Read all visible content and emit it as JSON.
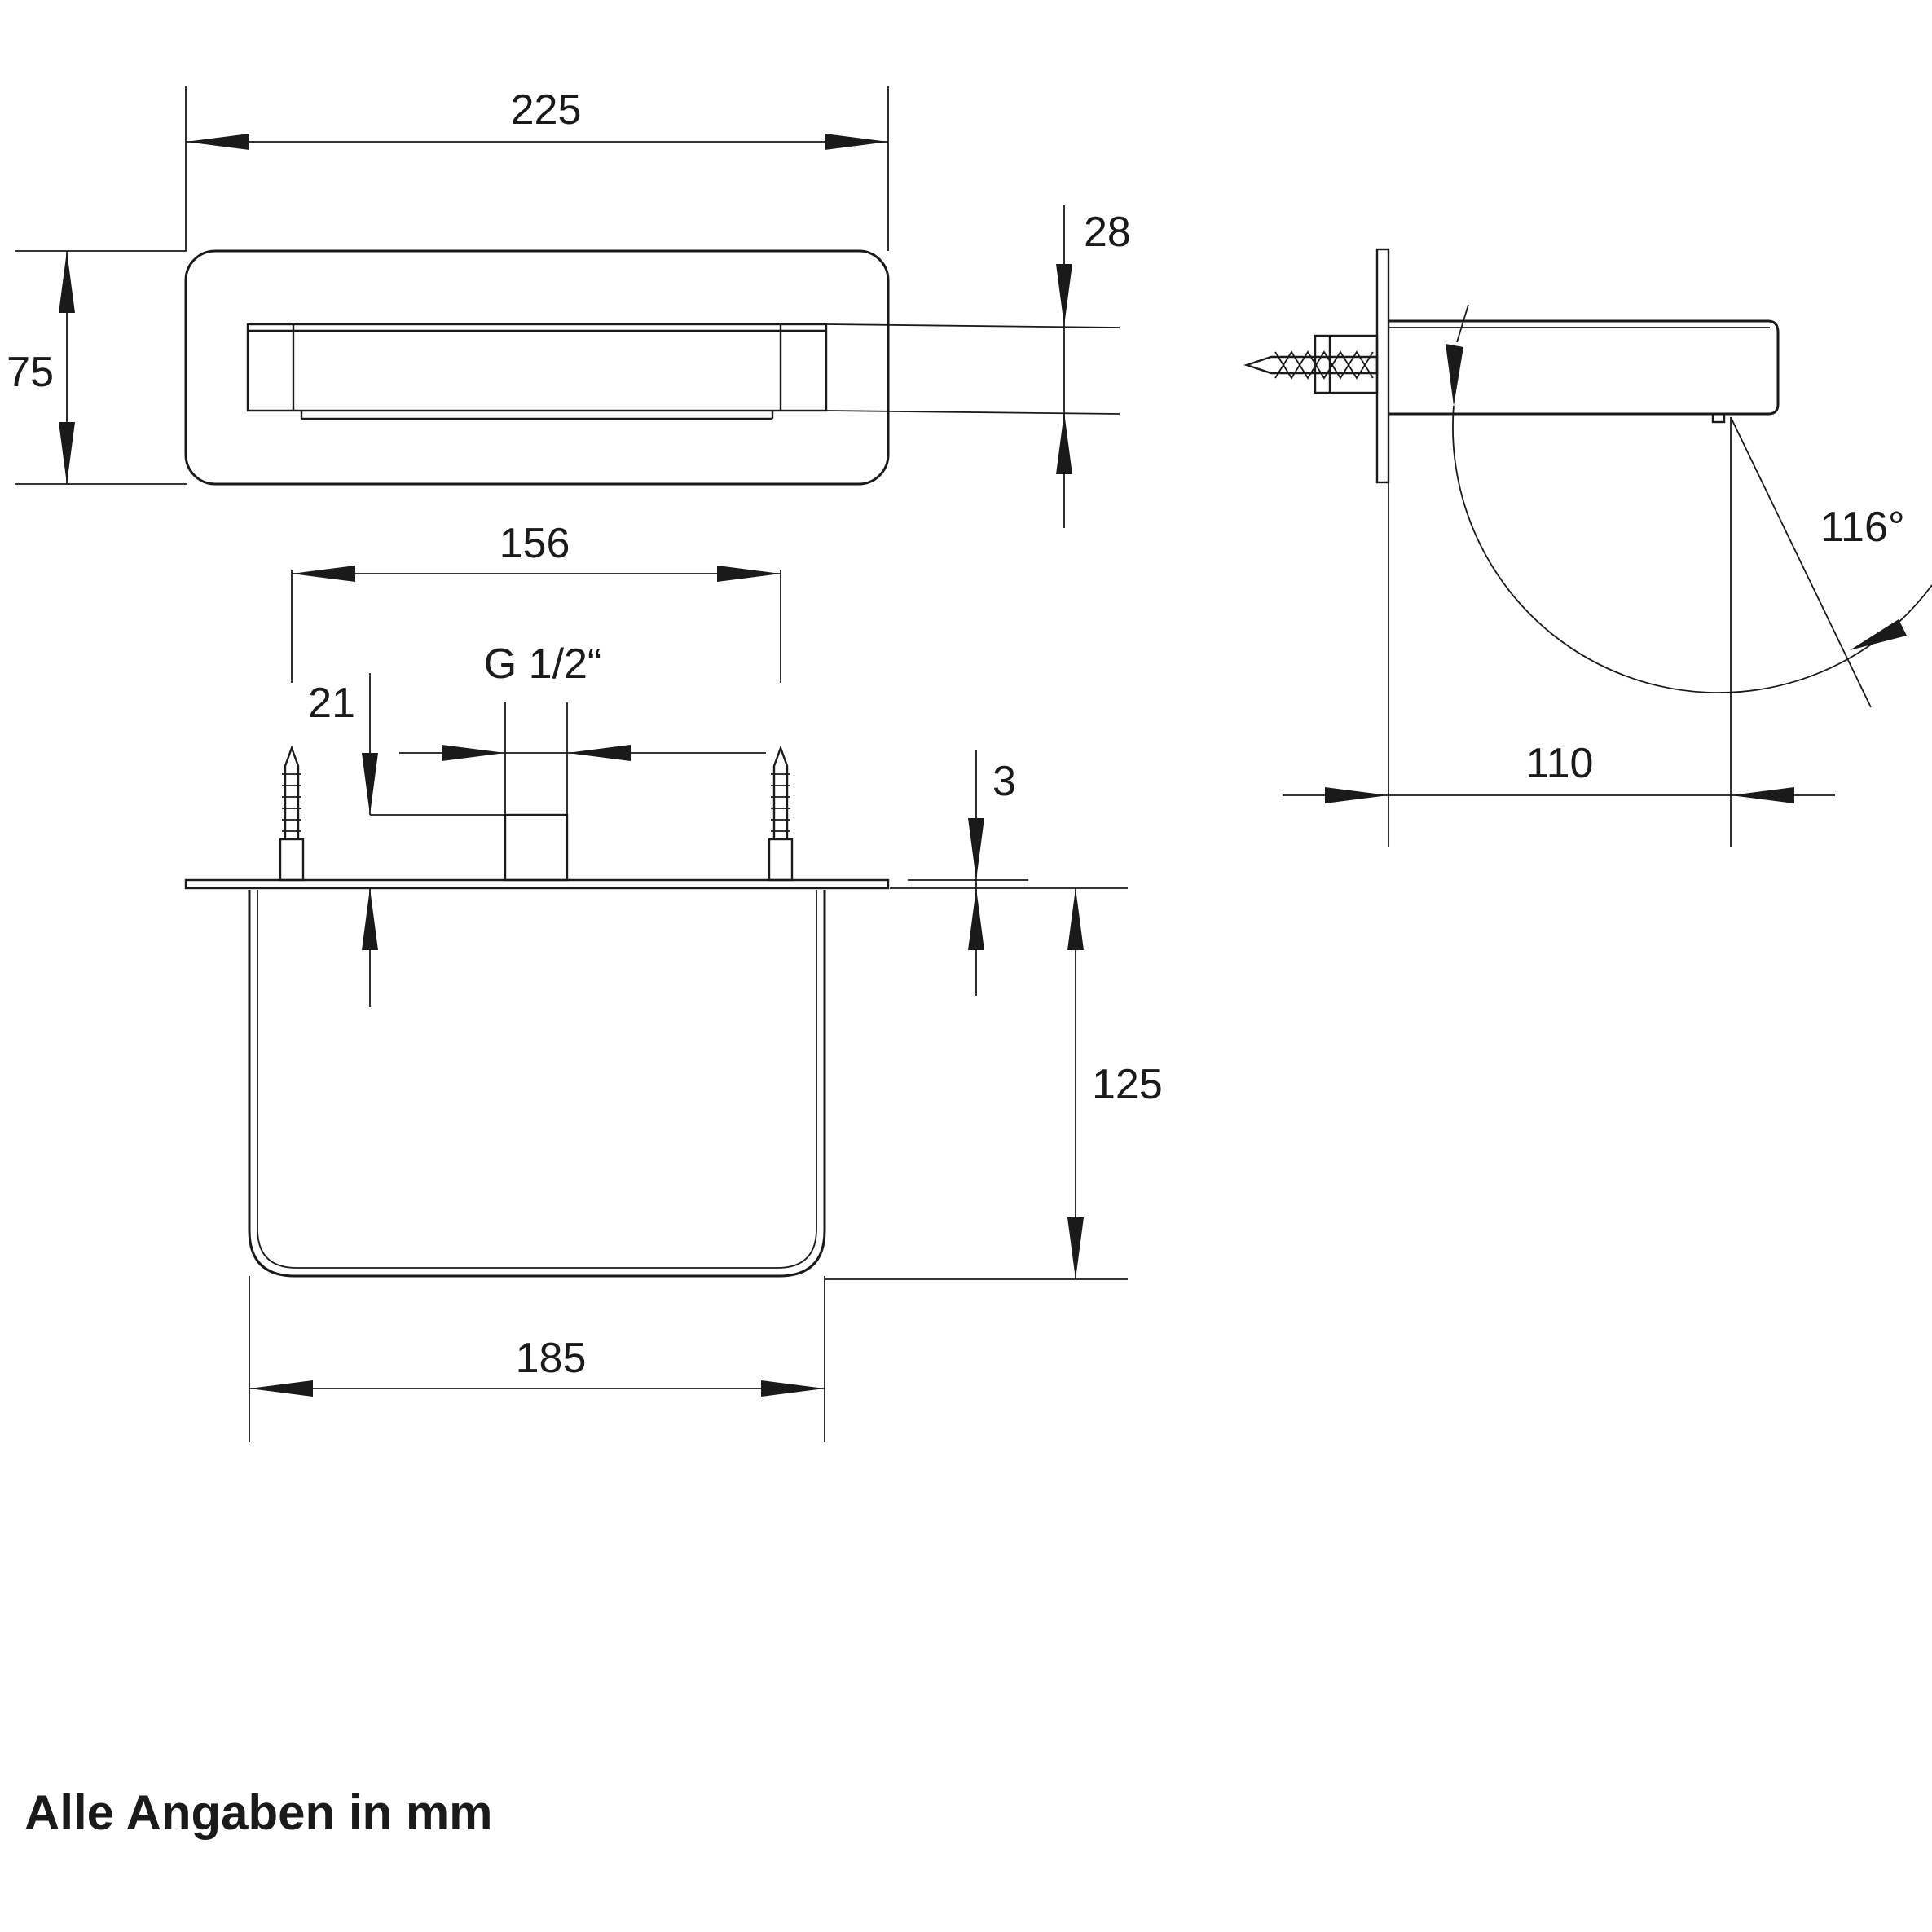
{
  "dimensions": {
    "width_top": "225",
    "height_top": "75",
    "depth_small": "28",
    "fixing_spacing": "156",
    "thread": "G 1/2“",
    "offset": "21",
    "plate_thickness": "3",
    "body_height": "125",
    "body_width": "185",
    "projection": "110",
    "angle": "116°"
  },
  "note": "Alle Angaben in mm"
}
